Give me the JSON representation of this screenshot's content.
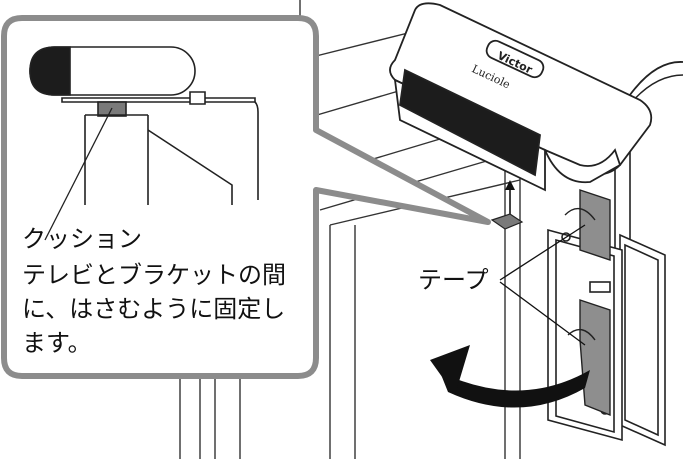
{
  "callout": {
    "part_label": "クッション",
    "description_lines": [
      "テレビとブラケットの間",
      "に、はさむように固定し",
      "ます。"
    ]
  },
  "tape_label": "テープ",
  "device": {
    "brand_logo": "Victor",
    "model_logo": "Luciole"
  },
  "colors": {
    "outline": "#222222",
    "callout_border": "#8c8c8c",
    "device_bar": "#1c1c1c",
    "cushion": "#7a7a7a",
    "arrow": "#111111"
  }
}
